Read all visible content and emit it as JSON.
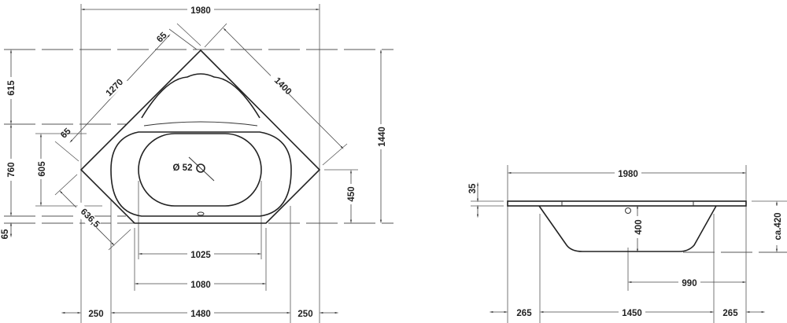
{
  "top_view": {
    "width_total": "1980",
    "rim_top": "65",
    "side_left": "1270",
    "side_right": "1400",
    "rim_left": "65",
    "depth_upper": "615",
    "depth_lower": "760",
    "rim_bottom": "65",
    "inner_depth": "605",
    "corner_cut": "636,5",
    "drain": "Ø 52",
    "right_offset": "450",
    "height_total": "1440",
    "inner_width": "1025",
    "front_width": "1080",
    "margin_left": "250",
    "middle_width": "1480",
    "margin_right": "250"
  },
  "side_view": {
    "width_total": "1980",
    "rim": "35",
    "depth": "400",
    "total_height": "ca.420",
    "drain_offset": "990",
    "margin_left": "265",
    "middle_width": "1450",
    "margin_right": "265"
  }
}
